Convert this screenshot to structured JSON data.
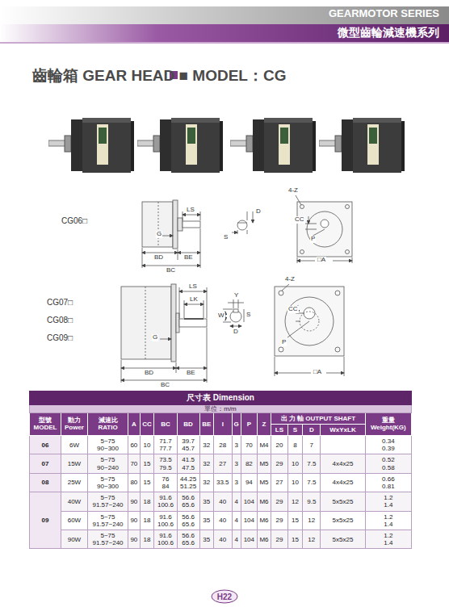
{
  "diagram": {
    "title": "齒輪箱 GEAR HEAD ■ MODEL：CG",
    "labels": [
      "GEARMOTOR SERIES",
      "微型齒輪減速機系列",
      "CG06□",
      "LS",
      "G",
      "BD",
      "BE",
      "BC",
      "D",
      "S",
      "4-Z",
      "CC",
      "P",
      "□A",
      "CG07□",
      "CG08□",
      "CG09□",
      "LS",
      "LK",
      "G",
      "BD",
      "BE",
      "BC",
      "Y",
      "S",
      "W",
      "D",
      "4-Z",
      "CC",
      "P",
      "□A",
      "尺寸表 Dimension",
      "單位：m/m",
      "型號",
      "MODEL",
      "動力",
      "Power",
      "減速比",
      "RATIO",
      "A",
      "CC",
      "BC",
      "BD",
      "BE",
      "I",
      "G",
      "P",
      "Z",
      "出 力 軸 OUTPUT SHAFT",
      "重量",
      "Weight(KG)",
      "LS",
      "S",
      "D",
      "WxYxLK",
      "06",
      "6W",
      "5~75",
      "90~300",
      "60",
      "10",
      "71.7",
      "77.7",
      "39.7",
      "45.7",
      "32",
      "28",
      "3",
      "70",
      "M4",
      "20",
      "8",
      "7",
      "0.34",
      "0.39",
      "07",
      "15W",
      "5~75",
      "90~240",
      "70",
      "15",
      "73.5",
      "79.5",
      "41.5",
      "47.5",
      "32",
      "27",
      "3",
      "82",
      "M5",
      "29",
      "10",
      "7.5",
      "4x4x25",
      "0.52",
      "0.58",
      "08",
      "25W",
      "5~75",
      "90~300",
      "80",
      "15",
      "76",
      "84",
      "44.25",
      "51.25",
      "32",
      "33.5",
      "3",
      "94",
      "M5",
      "27",
      "10",
      "7.5",
      "4x4x25",
      "0.66",
      "0.81",
      "09",
      "40W",
      "5~75",
      "91.57~240",
      "90",
      "18",
      "91.6",
      "100.6",
      "56.6",
      "65.6",
      "35",
      "40",
      "4",
      "104",
      "M6",
      "29",
      "12",
      "9.5",
      "5x5x25",
      "1.2",
      "1.4",
      "60W",
      "5~75",
      "91.57~240",
      "90",
      "18",
      "91.6",
      "100.6",
      "56.6",
      "65.6",
      "35",
      "40",
      "4",
      "104",
      "M6",
      "29",
      "15",
      "12",
      "5x5x25",
      "1.2",
      "1.4",
      "90W",
      "5~75",
      "91.57~240",
      "90",
      "18",
      "91.6",
      "100.6",
      "56.6",
      "65.6",
      "35",
      "40",
      "4",
      "104",
      "M6",
      "29",
      "15",
      "12",
      "5x5x25",
      "1.2",
      "1.4",
      "H22"
    ]
  }
}
